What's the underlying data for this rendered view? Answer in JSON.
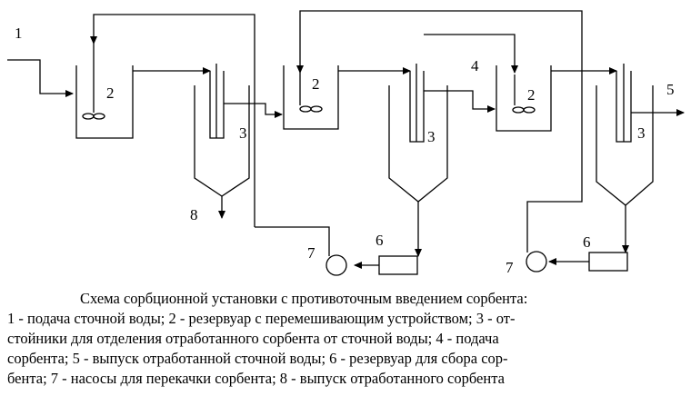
{
  "labels": {
    "inlet": "1",
    "tank": "2",
    "settler": "3",
    "sorbent_feed": "4",
    "outlet": "5",
    "collector": "6",
    "pump": "7",
    "sludge": "8"
  },
  "caption": {
    "lines": [
      "Схема сорбционной  установки с противоточным введением сорбента:",
      "1 - подача сточной воды; 2 - резервуар с перемешивающим устройством; 3 - от-",
      "стойники для отделения отработанного сорбента от сточной воды; 4 - подача",
      "сорбента; 5 - выпуск отработанной сточной воды; 6 - резервуар для сбора сор-",
      "бента; 7 - насосы для перекачки сорбента; 8 - выпуск отработанного сорбента"
    ]
  },
  "colors": {
    "stroke": "#000000",
    "background": "#ffffff"
  }
}
